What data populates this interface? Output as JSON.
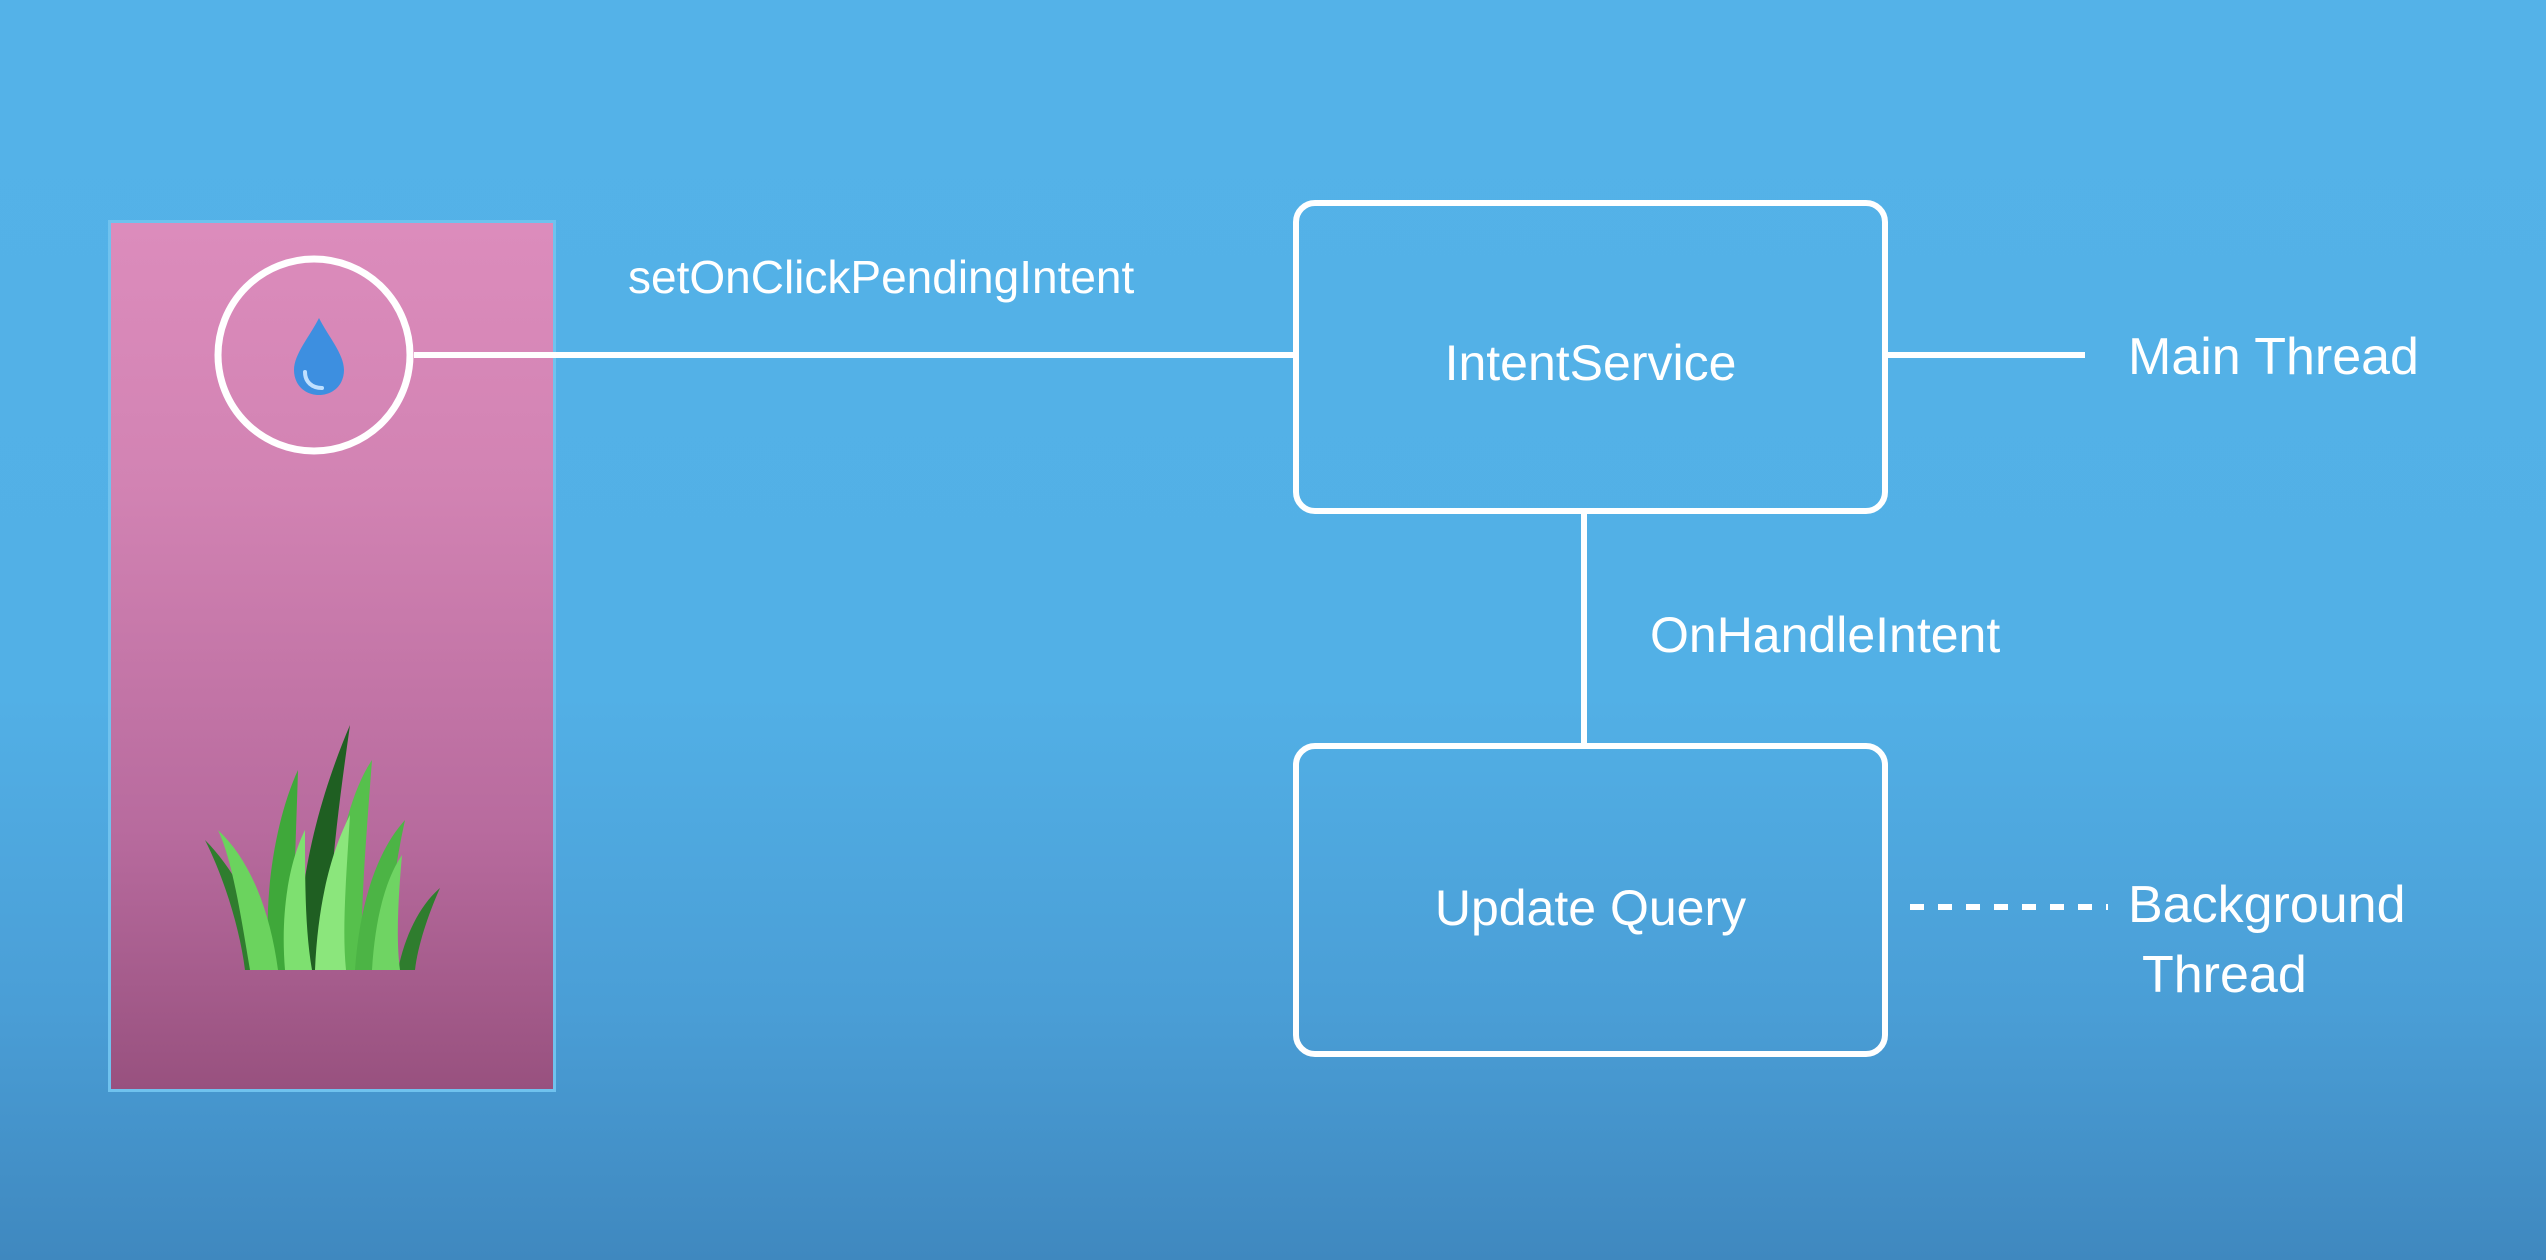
{
  "widget": {
    "water_button_icon": "water-drop-icon",
    "plant_image": "grass-plant-icon"
  },
  "edges": {
    "click_label": "setOnClickPendingIntent",
    "handle_label": "OnHandleIntent"
  },
  "nodes": {
    "intent_service": "IntentService",
    "update_query": "Update Query"
  },
  "threads": {
    "main": "Main Thread",
    "background_line1": "Background",
    "background_line2": "Thread"
  },
  "colors": {
    "background": "#52b0e6",
    "panel": "#d283b3",
    "drop": "#3d8fe0",
    "grass": "#5cc850"
  }
}
